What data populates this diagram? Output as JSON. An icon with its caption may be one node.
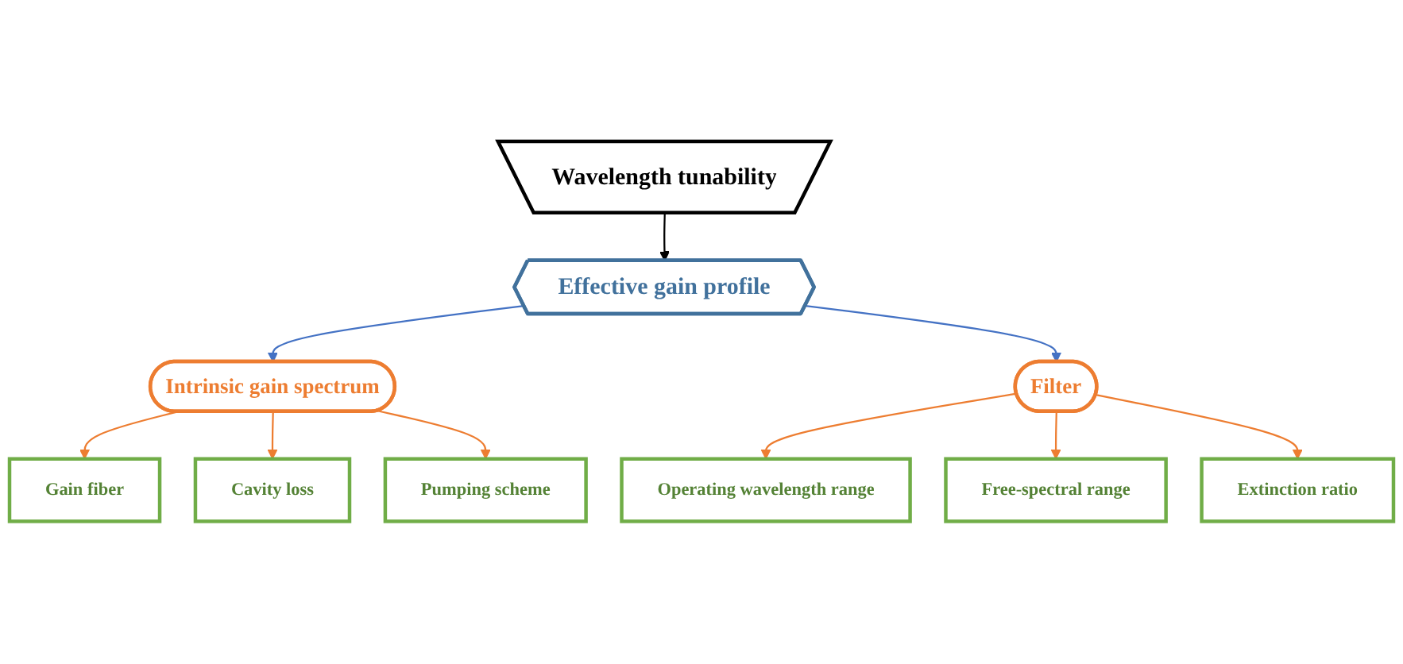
{
  "diagram": {
    "nodes": [
      {
        "text": [
          "Wavelength tunability"
        ]
      },
      {
        "text": [
          "Effective gain profile"
        ]
      },
      {
        "text": [
          "Intrinsic gain spectrum"
        ]
      },
      {
        "text": [
          "Filter"
        ]
      },
      {
        "text": [
          "Gain fiber"
        ]
      },
      {
        "text": [
          "Cavity loss"
        ]
      },
      {
        "text": [
          "Pumping scheme"
        ]
      },
      {
        "text": [
          "Operating wavelength range"
        ]
      },
      {
        "text": [
          "Free-spectral range"
        ]
      },
      {
        "text": [
          "Extinction ratio"
        ]
      }
    ],
    "edges": [
      {
        "from": 0,
        "to": 1,
        "arrow": "to",
        "color": "#000000"
      },
      {
        "from": 1,
        "to": 2,
        "arrow": "to",
        "color": "#4472c4"
      },
      {
        "from": 1,
        "to": 3,
        "arrow": "to",
        "color": "#4472c4"
      },
      {
        "from": 2,
        "to": 4,
        "arrow": "to"
      },
      {
        "from": 2,
        "to": 5,
        "arrow": "to"
      },
      {
        "from": 2,
        "to": 6,
        "arrow": "to"
      },
      {
        "from": 3,
        "to": 7,
        "arrow": "to"
      },
      {
        "from": 3,
        "to": 8,
        "arrow": "to"
      },
      {
        "from": 3,
        "to": 9,
        "arrow": "to"
      }
    ]
  }
}
